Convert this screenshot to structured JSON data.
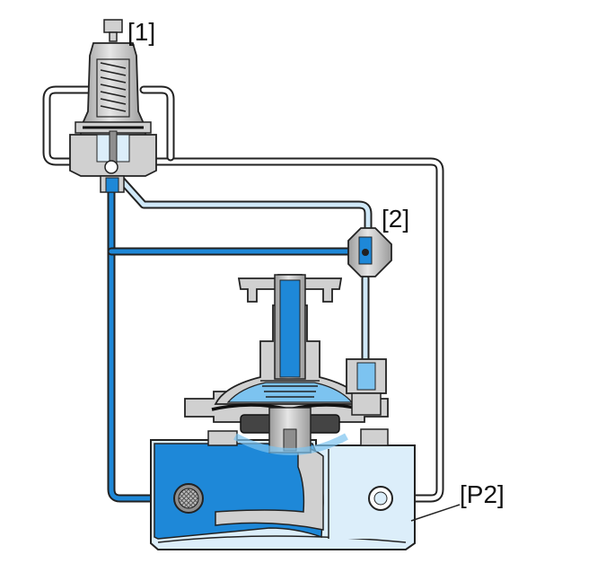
{
  "labels": {
    "pilot": "[1]",
    "needle_valve": "[2]",
    "downstream": "[P2]"
  },
  "colors": {
    "upstream_blue": "#1e88d8",
    "downstream_light": "#dceefa",
    "metal_grey": "#c8c8c8",
    "metal_dark": "#8e8e8e",
    "outline": "#222222",
    "tube_fill": "#cfe8f8"
  }
}
